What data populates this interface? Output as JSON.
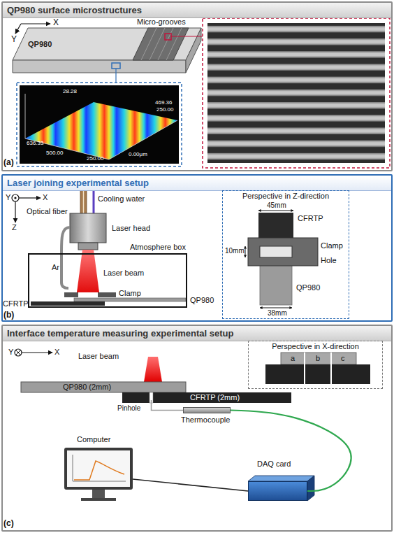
{
  "diagram": {
    "nodes": [
      {
        "text": [
          "QP980 surface microstructures"
        ]
      },
      {
        "text": [
          "Laser joining experimental setup"
        ]
      },
      {
        "text": [
          "Atmosphere box"
        ],
        "in": 1
      },
      {
        "text": [
          "Perspective in Z-direction"
        ],
        "in": 1
      },
      {
        "text": [
          "Interface temperature measuring experimental setup"
        ]
      },
      {
        "text": [
          "Perspective in X-direction"
        ],
        "in": 4
      },
      {
        "text": [
          "Thermocouple"
        ],
        "in": 4
      },
      {
        "text": [
          "Computer"
        ],
        "in": 4
      },
      {
        "text": [
          "DAQ card"
        ],
        "in": 4
      }
    ],
    "edges": [
      {
        "from": 6,
        "to": 8,
        "arrow": "none"
      },
      {
        "from": 8,
        "to": 7,
        "arrow": "none"
      }
    ],
    "labels": [
      "X",
      "Y",
      "QP980",
      "Micro-grooves",
      "28.28",
      "469.36",
      "250.00",
      "636.33",
      "500.00",
      "250.00",
      "0.00μm",
      "(a)",
      "Y",
      "X",
      "Z",
      "Optical fiber",
      "Cooling water",
      "Laser head",
      "Ar",
      "Laser beam",
      "Clamp",
      "CFRTP",
      "QP980",
      "45mm",
      "CFRTP",
      "10mm",
      "Clamp",
      "Hole",
      "QP980",
      "38mm",
      "(b)",
      "Y",
      "X",
      "Laser beam",
      "a",
      "b",
      "c",
      "QP980 (2mm)",
      "CFRTP (2mm)",
      "Pinhole",
      "(c)"
    ]
  }
}
